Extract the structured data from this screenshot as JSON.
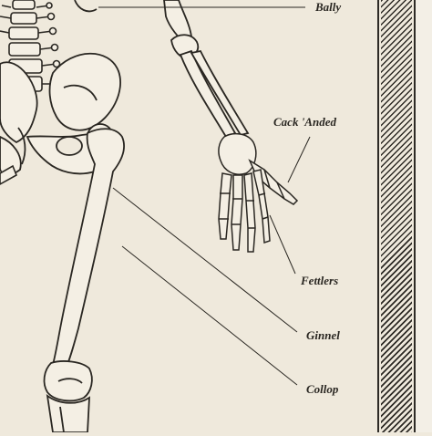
{
  "labels": {
    "bally": "Bally",
    "cack_anded": "Cack 'Anded",
    "fettlers": "Fettlers",
    "ginnel": "Ginnel",
    "collop": "Collop"
  },
  "colors": {
    "paper": "#efe9dc",
    "ink": "#2a2722",
    "bone_fill": "#f4efe4"
  }
}
